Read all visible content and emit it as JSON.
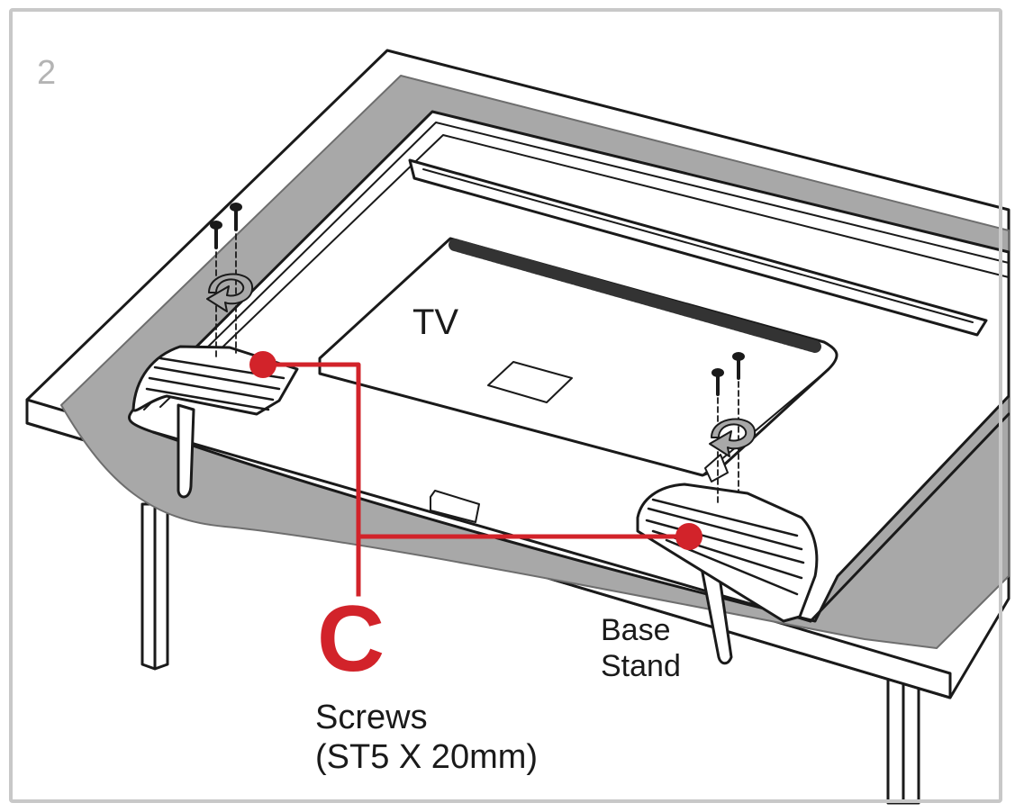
{
  "step_number": "2",
  "labels": {
    "tv": "TV",
    "base_stand_line1": "Base",
    "base_stand_line2": "Stand",
    "part_letter": "C",
    "screws_name": "Screws",
    "screws_spec": "(ST5 X 20mm)"
  },
  "colors": {
    "callout": "#d2232a",
    "table_gray": "#a8a8a8",
    "outline": "#1a1a1a",
    "frame": "#c8c8c8"
  },
  "icons": [
    "screw-icon",
    "rotate-arrow-icon",
    "callout-dot"
  ]
}
